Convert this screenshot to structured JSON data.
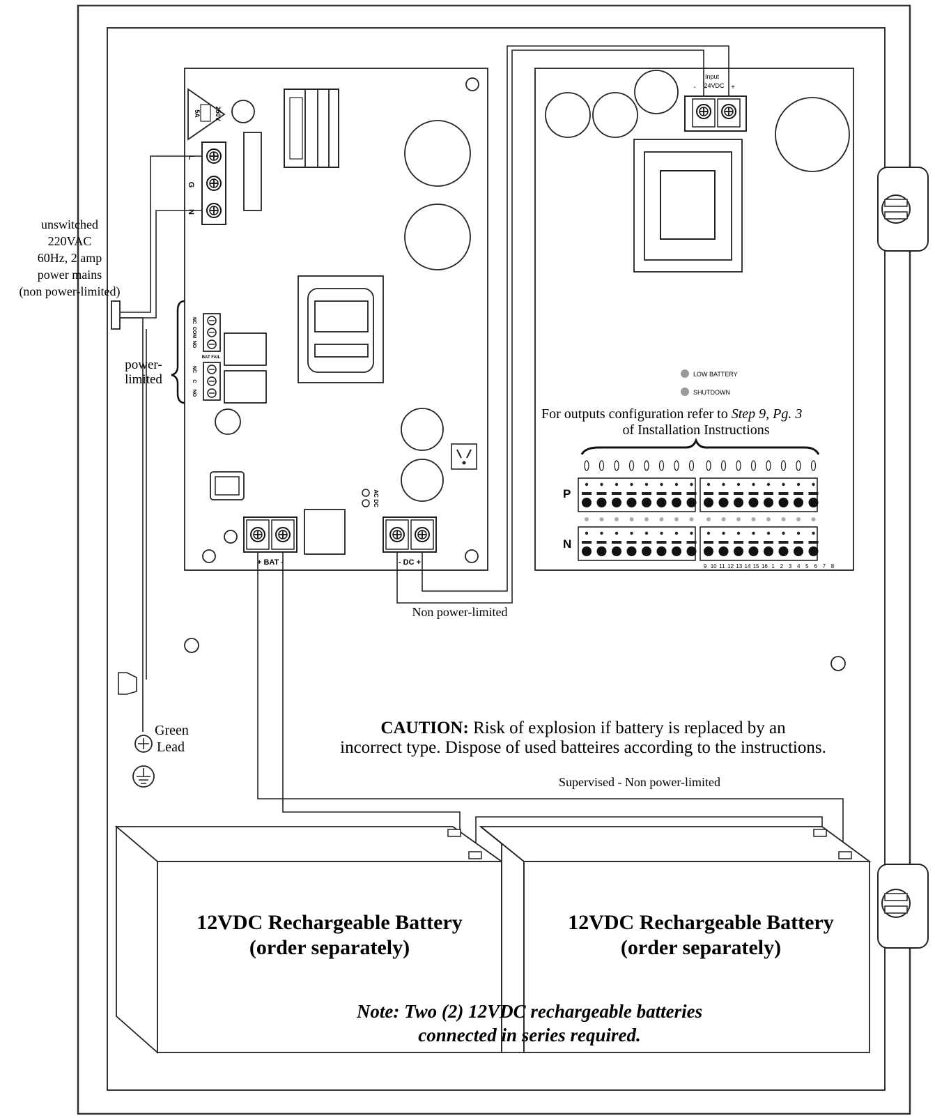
{
  "mains_label": {
    "line1": "unswitched",
    "line2": "220VAC",
    "line3": "60Hz, 2 amp",
    "line4": "power mains",
    "line5": "(non power-limited)"
  },
  "power_limited_label": {
    "line1": "power-",
    "line2": "limited"
  },
  "fuse_label": {
    "rating_current": "5A",
    "rating_voltage": "250V"
  },
  "mains_terminals": [
    "L",
    "G",
    "N"
  ],
  "relay_terminals": {
    "group1": [
      "NC",
      "COM",
      "NO"
    ],
    "group1_name": "BAT FAIL",
    "group2": [
      "NC",
      "C",
      "NO"
    ]
  },
  "led_labels": {
    "ac": "AC",
    "dc": "DC"
  },
  "bat_terminal_label": "+ BAT -",
  "dc_terminal_label": "- DC +",
  "non_power_limited_label": "Non power-limited",
  "input_label": {
    "title": "Input",
    "voltage": "24VDC",
    "minus": "-",
    "plus": "+"
  },
  "status_leds": {
    "low_battery": "LOW BATTERY",
    "shutdown": "SHUTDOWN"
  },
  "outputs_note": {
    "prefix": "For outputs configuration refer to ",
    "reference": "Step 9, Pg. 3",
    "line2": "of Installation Instructions"
  },
  "row_labels": {
    "p": "P",
    "n": "N"
  },
  "output_numbers": [
    "9",
    "10",
    "11",
    "12",
    "13",
    "14",
    "15",
    "16",
    "1",
    "2",
    "3",
    "4",
    "5",
    "6",
    "7",
    "8"
  ],
  "green_lead_label": {
    "line1": "Green",
    "line2": "Lead"
  },
  "caution": {
    "bold": "CAUTION:",
    "line1": " Risk of explosion if battery is replaced by an",
    "line2": "incorrect type. Dispose of used batteires according to the instructions."
  },
  "supervised_label": "Supervised - Non power-limited",
  "battery_left": {
    "line1": "12VDC Rechargeable Battery",
    "line2": "(order separately)"
  },
  "battery_right": {
    "line1": "12VDC Rechargeable Battery",
    "line2": "(order separately)"
  },
  "note": {
    "line1": "Note: Two (2) 12VDC rechargeable batteries",
    "line2": "connected in series required."
  }
}
